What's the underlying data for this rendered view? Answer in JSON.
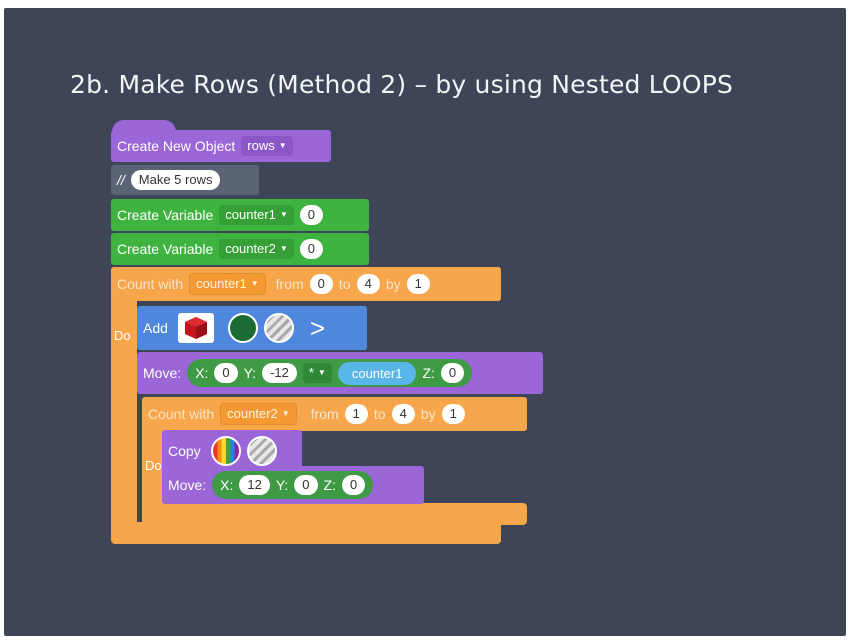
{
  "slide": {
    "title": "2b. Make Rows (Method 2) – by using Nested LOOPS"
  },
  "blocks": {
    "create_object": {
      "label": "Create New Object",
      "dropdown": "rows"
    },
    "comment": {
      "prefix": "//",
      "text": "Make 5 rows"
    },
    "create_var1": {
      "label": "Create Variable",
      "dropdown": "counter1",
      "value": "0"
    },
    "create_var2": {
      "label": "Create Variable",
      "dropdown": "counter2",
      "value": "0"
    },
    "outer_loop": {
      "label": "Count with",
      "dropdown": "counter1",
      "from_label": "from",
      "from": "0",
      "to_label": "to",
      "to": "4",
      "by_label": "by",
      "by": "1",
      "do_label": "Do"
    },
    "add": {
      "label": "Add",
      "arrow": ">"
    },
    "move1": {
      "label": "Move:",
      "x_label": "X:",
      "x": "0",
      "y_label": "Y:",
      "y": "-12",
      "op": "*",
      "var": "counter1",
      "z_label": "Z:",
      "z": "0"
    },
    "inner_loop": {
      "label": "Count with",
      "dropdown": "counter2",
      "from_label": "from",
      "from": "1",
      "to_label": "to",
      "to": "4",
      "by_label": "by",
      "by": "1",
      "do_label": "Do"
    },
    "copy": {
      "label": "Copy"
    },
    "move2": {
      "label": "Move:",
      "x_label": "X:",
      "x": "12",
      "y_label": "Y:",
      "y": "0",
      "z_label": "Z:",
      "z": "0"
    }
  },
  "icons": {
    "cube": "red-cube-icon",
    "color_green": "#1b6b35",
    "material": "striped-material-icon",
    "rainbow": "rainbow-color-icon"
  },
  "colors": {
    "background": "#3e4556",
    "purple": "#9a66d8",
    "green": "#3fb33f",
    "orange": "#f7a64b",
    "blue": "#4f87dd"
  }
}
